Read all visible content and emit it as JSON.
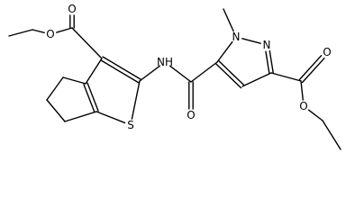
{
  "molecule": {
    "atoms": [
      {
        "id": "O_ester_top_L",
        "label": "O"
      },
      {
        "id": "O_ester_L",
        "label": "O"
      },
      {
        "id": "S",
        "label": "S"
      },
      {
        "id": "NH",
        "label": "NH"
      },
      {
        "id": "O_amide",
        "label": "O"
      },
      {
        "id": "N1",
        "label": "N"
      },
      {
        "id": "N2",
        "label": "N"
      },
      {
        "id": "O_ester_top_R",
        "label": "O"
      },
      {
        "id": "O_ester_R",
        "label": "O"
      }
    ]
  }
}
